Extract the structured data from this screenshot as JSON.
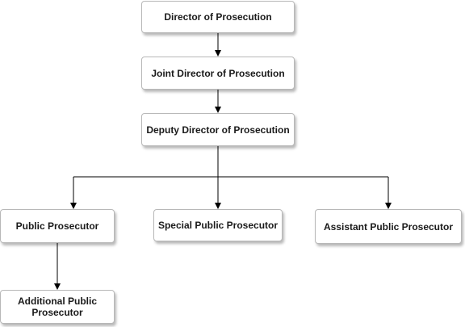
{
  "nodes": {
    "director": "Director of Prosecution",
    "joint_director": "Joint Director of Prosecution",
    "deputy_director": "Deputy Director of Prosecution",
    "public_prosecutor": "Public Prosecutor",
    "special_public_prosecutor": "Special Public Prosecutor",
    "assistant_public_prosecutor": "Assistant Public Prosecutor",
    "additional_public_prosecutor": "Additional Public Prosecutor"
  },
  "edges": [
    {
      "from": "director",
      "to": "joint_director"
    },
    {
      "from": "joint_director",
      "to": "deputy_director"
    },
    {
      "from": "deputy_director",
      "to": "public_prosecutor"
    },
    {
      "from": "deputy_director",
      "to": "special_public_prosecutor"
    },
    {
      "from": "deputy_director",
      "to": "assistant_public_prosecutor"
    },
    {
      "from": "public_prosecutor",
      "to": "additional_public_prosecutor"
    }
  ],
  "colors": {
    "line": "#000000",
    "border": "#b8b8b8"
  }
}
